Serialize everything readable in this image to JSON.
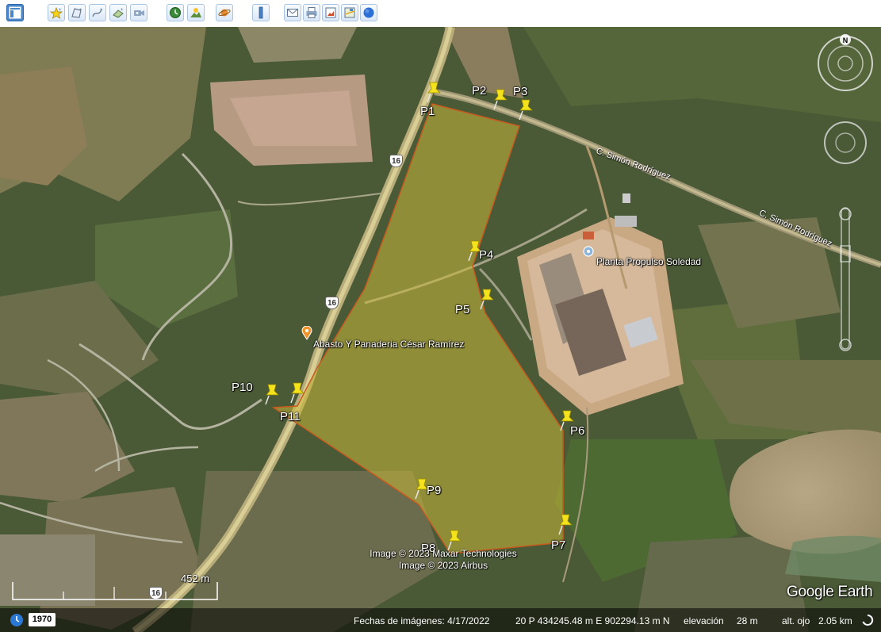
{
  "toolbar": {
    "buttons": [
      {
        "name": "sidebar-toggle-button",
        "icon": "sidebar-icon"
      },
      {
        "name": "add-placemark-button",
        "icon": "placemark-add-icon"
      },
      {
        "name": "add-polygon-button",
        "icon": "polygon-add-icon"
      },
      {
        "name": "add-path-button",
        "icon": "path-add-icon"
      },
      {
        "name": "add-overlay-button",
        "icon": "image-overlay-icon"
      },
      {
        "name": "record-tour-button",
        "icon": "record-tour-icon"
      },
      {
        "name": "historical-imagery-button",
        "icon": "clock-icon"
      },
      {
        "name": "sunlight-button",
        "icon": "sun-icon"
      },
      {
        "name": "switch-planet-button",
        "icon": "planet-icon"
      },
      {
        "name": "ruler-button",
        "icon": "ruler-icon"
      },
      {
        "name": "email-button",
        "icon": "envelope-icon"
      },
      {
        "name": "print-button",
        "icon": "printer-icon"
      },
      {
        "name": "save-image-button",
        "icon": "save-image-icon"
      },
      {
        "name": "view-in-maps-button",
        "icon": "map-view-icon"
      },
      {
        "name": "earth-view-button",
        "icon": "globe-icon"
      }
    ]
  },
  "map": {
    "polygon_fill": "#c8b83a",
    "polygon_stroke": "#c85a1e",
    "placemarks": [
      {
        "id": "P1",
        "label": "P1"
      },
      {
        "id": "P2",
        "label": "P2"
      },
      {
        "id": "P3",
        "label": "P3"
      },
      {
        "id": "P4",
        "label": "P4"
      },
      {
        "id": "P5",
        "label": "P5"
      },
      {
        "id": "P6",
        "label": "P6"
      },
      {
        "id": "P7",
        "label": "P7"
      },
      {
        "id": "P8",
        "label": "P8"
      },
      {
        "id": "P9",
        "label": "P9"
      },
      {
        "id": "P10",
        "label": "P10"
      },
      {
        "id": "P11",
        "label": "P11"
      }
    ],
    "pois": {
      "planta": "Planta Propulso Soledad",
      "abasto": "Abasto Y Panaderia César Ramírez"
    },
    "roads": {
      "simon1": "C. Simón Rodríguez",
      "simon2": "C. Simón Rodríguez",
      "route_number": "16"
    },
    "copyright_line1": "Image © 2023 Maxar Technologies",
    "copyright_line2": "Image © 2023 Airbus",
    "scale_label": "452 m",
    "logo_google": "Google",
    "logo_earth": " Earth",
    "compass_label": "N"
  },
  "status_bar": {
    "year": "1970",
    "imagery_date": "Fechas de imágenes: 4/17/2022",
    "coordinates": "20 P 434245.48 m E 902294.13 m N",
    "elevation_label": "elevación",
    "elevation_value": "28 m",
    "eye_alt_label": "alt. ojo",
    "eye_alt_value": "2.05 km"
  }
}
